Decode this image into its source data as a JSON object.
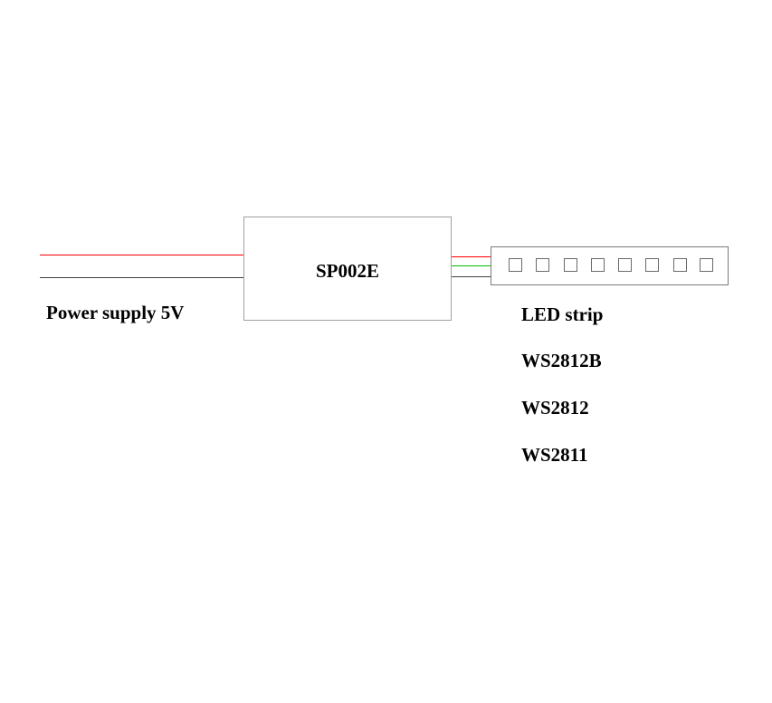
{
  "controller": {
    "label": "SP002E"
  },
  "power": {
    "label": "Power supply 5V"
  },
  "strip": {
    "label": "LED strip",
    "led_count": 8,
    "models": [
      "WS2812B",
      "WS2812",
      "WS2811"
    ]
  },
  "colors": {
    "wire_positive": "#ff0000",
    "wire_ground": "#404040",
    "wire_data": "#00c000",
    "outline": "#a0a0a0"
  }
}
